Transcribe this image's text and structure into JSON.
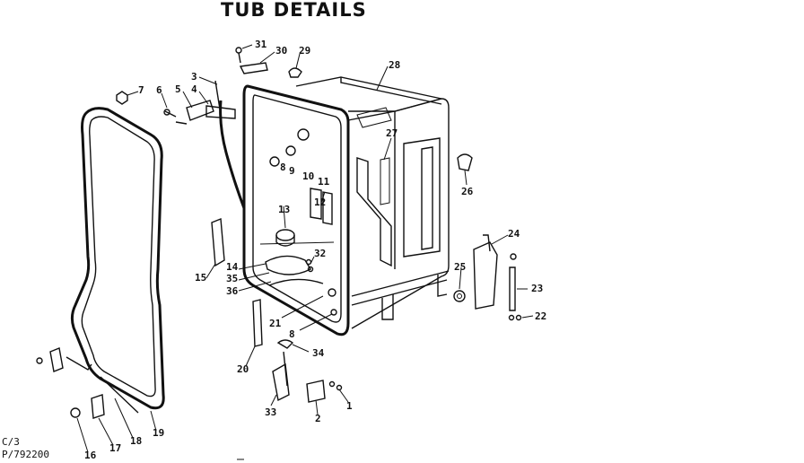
{
  "title": "TUB DETAILS",
  "footer": {
    "line1": "C/3",
    "line2": "P/792200"
  },
  "part_numbers": [
    "1",
    "2",
    "3",
    "4",
    "5",
    "6",
    "7",
    "8",
    "8",
    "9",
    "10",
    "11",
    "12",
    "13",
    "14",
    "15",
    "16",
    "17",
    "18",
    "19",
    "20",
    "21",
    "22",
    "23",
    "24",
    "25",
    "26",
    "27",
    "28",
    "29",
    "30",
    "31",
    "32",
    "33",
    "34",
    "35",
    "36"
  ]
}
